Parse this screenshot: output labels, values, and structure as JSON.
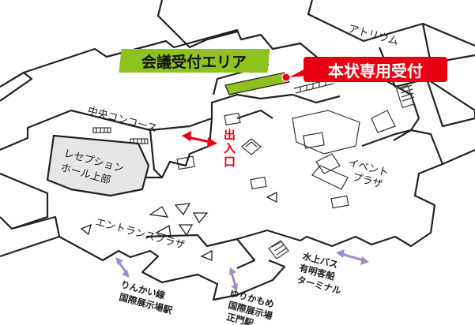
{
  "labels": {
    "atrium": "アトリウム",
    "central_concourse": "中央コンコース",
    "reception_hall_line1": "レセプション",
    "reception_hall_line2": "ホール上部",
    "event_plaza_line1": "イベント",
    "event_plaza_line2": "プラザ",
    "entrance_plaza": "エントランスプラザ",
    "rinkai_line1": "りんかい線",
    "rinkai_line2": "国際展示場駅",
    "yurikamome_line1": "ゆりかもめ",
    "yurikamome_line2": "国際展示場",
    "yurikamome_line3": "正門駅",
    "water_bus_line1": "水上バス",
    "water_bus_line2": "有明客船",
    "water_bus_line3": "ターミナル",
    "entrance_exit_chars": [
      "出",
      "入",
      "口"
    ]
  },
  "callouts": {
    "conference_reception": "会議受付エリア",
    "main_reception": "本状専用受付"
  },
  "colors": {
    "conference_green": "#8dc21f",
    "main_red": "#e60012",
    "arrow_red": "#e60012",
    "arrow_purple": "#a08cc8",
    "reception_fill": "#e6e6e6"
  }
}
